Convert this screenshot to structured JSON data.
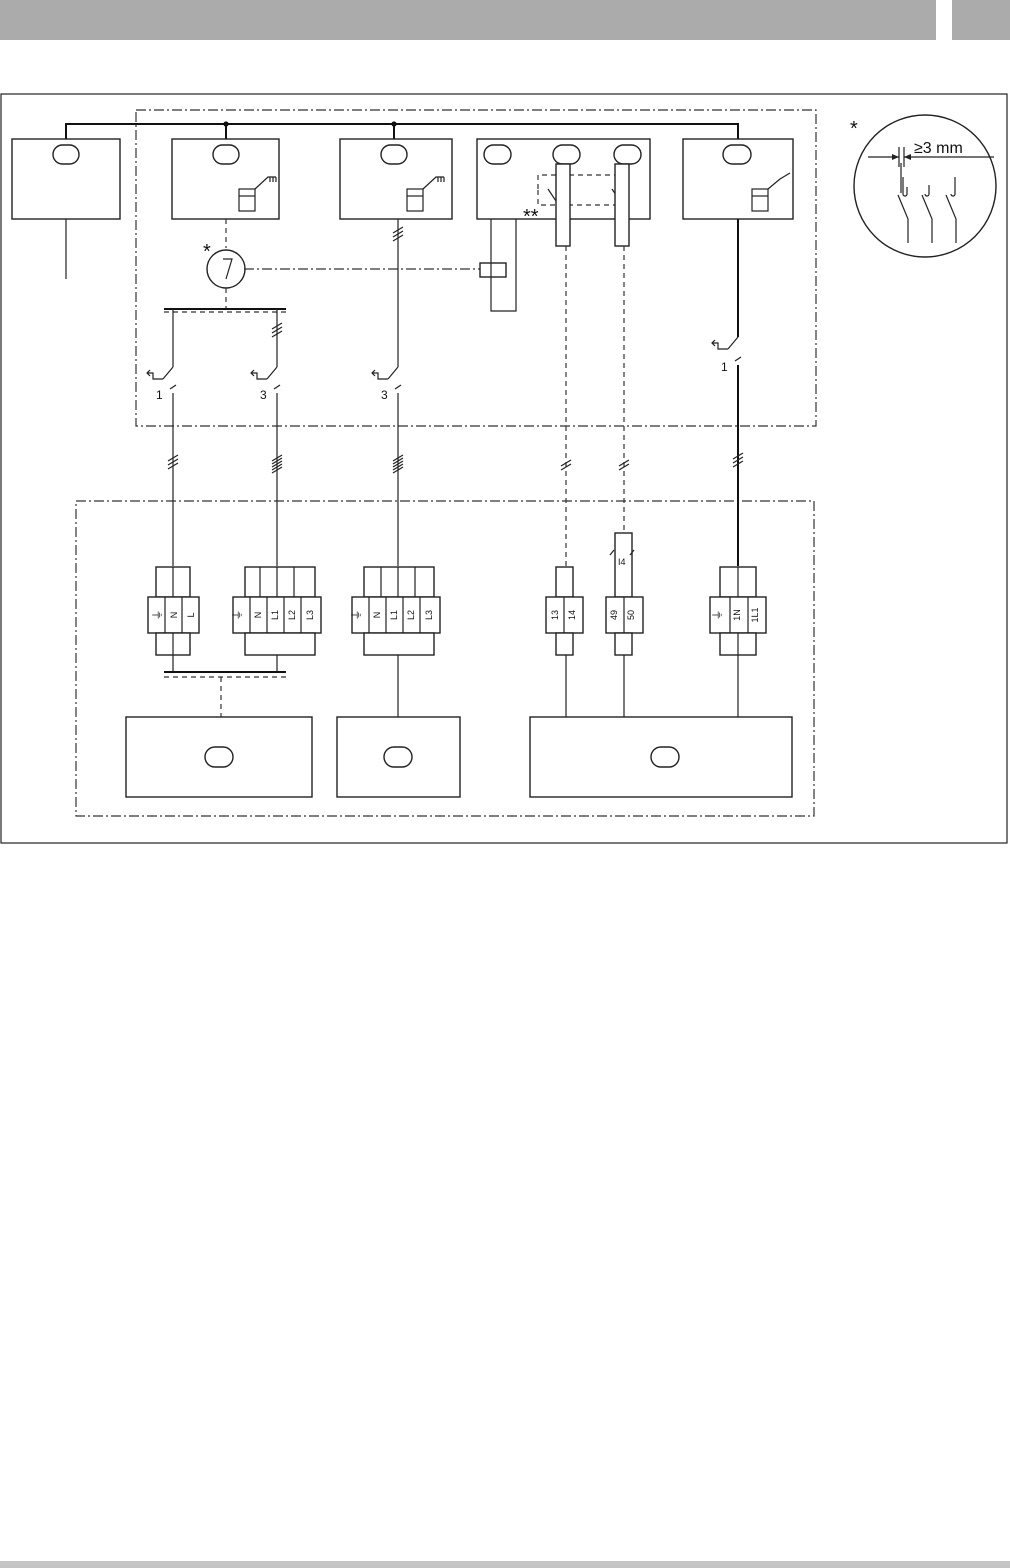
{
  "header": {},
  "diagram": {
    "marks": {
      "breaker_star": "*",
      "contact_stars": "**",
      "detail_star": "*"
    },
    "detail": {
      "gap_label": "≥3 mm"
    },
    "cable_numbers": {
      "c1": "1",
      "c2": "3",
      "c3": "3",
      "c5": "1"
    },
    "terminals": {
      "t1": [
        "⏚",
        "N",
        "L"
      ],
      "t2": [
        "⏚",
        "N",
        "L1",
        "L2",
        "L3"
      ],
      "t3": [
        "⏚",
        "N",
        "L1",
        "L2",
        "L3"
      ],
      "t4": [
        "13",
        "14"
      ],
      "t5": [
        "49",
        "50"
      ],
      "t5_top": "I4",
      "t6": [
        "⏚",
        "1N",
        "1L1"
      ]
    }
  }
}
